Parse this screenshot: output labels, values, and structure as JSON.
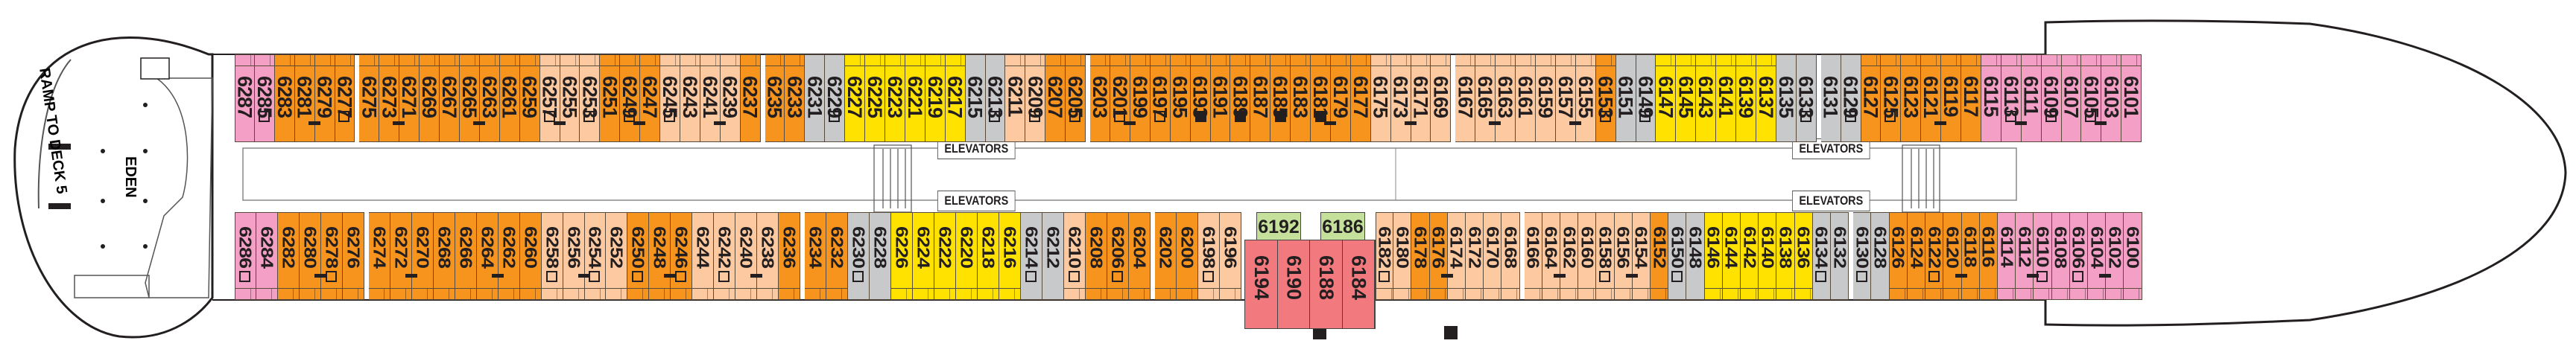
{
  "colors": {
    "orange": "#f7941d",
    "peach": "#fcc9a0",
    "pink": "#f4a0c6",
    "gray": "#c8c9cb",
    "yellow": "#ffe200",
    "green": "#c5e09a",
    "red": "#f27a7e"
  },
  "venues": {
    "eden": "EDEN",
    "ramp": "RAMP TO DECK 5",
    "elevators": [
      "ELEVATORS",
      "ELEVATORS",
      "ELEVATORS",
      "ELEVATORS"
    ]
  },
  "port_side": [
    {
      "n": "6287",
      "c": "pink"
    },
    {
      "n": "6285",
      "c": "pink",
      "m": "acc"
    },
    {
      "n": "6283",
      "c": "orange"
    },
    {
      "n": "6281",
      "c": "orange",
      "m": "bar"
    },
    {
      "n": "6279",
      "c": "orange"
    },
    {
      "n": "6277",
      "c": "orange",
      "m": "acc",
      "gap": true
    },
    {
      "n": "6275",
      "c": "orange"
    },
    {
      "n": "6273",
      "c": "orange",
      "m": "bar"
    },
    {
      "n": "6271",
      "c": "orange"
    },
    {
      "n": "6269",
      "c": "orange"
    },
    {
      "n": "6267",
      "c": "orange"
    },
    {
      "n": "6265",
      "c": "orange",
      "m": "bar"
    },
    {
      "n": "6263",
      "c": "orange"
    },
    {
      "n": "6261",
      "c": "orange"
    },
    {
      "n": "6259",
      "c": "orange"
    },
    {
      "n": "6257",
      "c": "peach",
      "m": "acc",
      "bar": true
    },
    {
      "n": "6255",
      "c": "peach"
    },
    {
      "n": "6253",
      "c": "peach",
      "m": "acc"
    },
    {
      "n": "6251",
      "c": "orange"
    },
    {
      "n": "6249",
      "c": "orange",
      "m": "acc",
      "bar": true
    },
    {
      "n": "6247",
      "c": "orange"
    },
    {
      "n": "6245",
      "c": "peach",
      "m": "acc"
    },
    {
      "n": "6243",
      "c": "peach"
    },
    {
      "n": "6241",
      "c": "peach",
      "m": "bar"
    },
    {
      "n": "6239",
      "c": "peach"
    },
    {
      "n": "6237",
      "c": "orange",
      "gap": true
    },
    {
      "n": "6235",
      "c": "orange"
    },
    {
      "n": "6233",
      "c": "orange"
    },
    {
      "n": "6231",
      "c": "gray"
    },
    {
      "n": "6229",
      "c": "gray",
      "m": "acc"
    },
    {
      "n": "6227",
      "c": "yellow"
    },
    {
      "n": "6225",
      "c": "yellow"
    },
    {
      "n": "6223",
      "c": "yellow"
    },
    {
      "n": "6221",
      "c": "yellow"
    },
    {
      "n": "6219",
      "c": "yellow"
    },
    {
      "n": "6217",
      "c": "yellow"
    },
    {
      "n": "6215",
      "c": "gray"
    },
    {
      "n": "6213",
      "c": "gray",
      "m": "acc"
    },
    {
      "n": "6211",
      "c": "peach"
    },
    {
      "n": "6209",
      "c": "peach",
      "m": "acc"
    },
    {
      "n": "6207",
      "c": "orange"
    },
    {
      "n": "6205",
      "c": "orange",
      "m": "acc",
      "gap": true
    },
    {
      "n": "6203",
      "c": "orange"
    },
    {
      "n": "6201",
      "c": "orange",
      "m": "acc",
      "bar": true
    },
    {
      "n": "6199",
      "c": "orange"
    },
    {
      "n": "6197",
      "c": "orange",
      "m": "acc"
    },
    {
      "n": "6195",
      "c": "orange"
    },
    {
      "n": "6193",
      "c": "orange",
      "m": "filled"
    },
    {
      "n": "6191",
      "c": "orange"
    },
    {
      "n": "6189",
      "c": "orange",
      "m": "filled"
    },
    {
      "n": "6187",
      "c": "orange"
    },
    {
      "n": "6185",
      "c": "orange",
      "m": "filled"
    },
    {
      "n": "6183",
      "c": "orange"
    },
    {
      "n": "6181",
      "c": "orange",
      "m": "filled",
      "bar": true
    },
    {
      "n": "6179",
      "c": "orange"
    },
    {
      "n": "6177",
      "c": "orange"
    },
    {
      "n": "6175",
      "c": "peach"
    },
    {
      "n": "6173",
      "c": "peach",
      "m": "bar"
    },
    {
      "n": "6171",
      "c": "peach"
    },
    {
      "n": "6169",
      "c": "peach",
      "gap": true
    },
    {
      "n": "6167",
      "c": "peach"
    },
    {
      "n": "6165",
      "c": "peach",
      "m": "bar"
    },
    {
      "n": "6163",
      "c": "peach"
    },
    {
      "n": "6161",
      "c": "peach"
    },
    {
      "n": "6159",
      "c": "peach"
    },
    {
      "n": "6157",
      "c": "peach",
      "m": "bar"
    },
    {
      "n": "6155",
      "c": "peach"
    },
    {
      "n": "6153",
      "c": "orange",
      "m": "acc"
    },
    {
      "n": "6151",
      "c": "gray"
    },
    {
      "n": "6149",
      "c": "gray",
      "m": "acc"
    },
    {
      "n": "6147",
      "c": "yellow"
    },
    {
      "n": "6145",
      "c": "yellow"
    },
    {
      "n": "6143",
      "c": "yellow"
    },
    {
      "n": "6141",
      "c": "yellow"
    },
    {
      "n": "6139",
      "c": "yellow"
    },
    {
      "n": "6137",
      "c": "yellow"
    },
    {
      "n": "6135",
      "c": "gray"
    },
    {
      "n": "6133",
      "c": "gray",
      "m": "acc",
      "gap": true
    },
    {
      "n": "6131",
      "c": "gray"
    },
    {
      "n": "6129",
      "c": "gray",
      "m": "acc"
    },
    {
      "n": "6127",
      "c": "orange"
    },
    {
      "n": "6125",
      "c": "orange",
      "m": "acc"
    },
    {
      "n": "6123",
      "c": "orange"
    },
    {
      "n": "6121",
      "c": "orange",
      "m": "bar"
    },
    {
      "n": "6119",
      "c": "orange"
    },
    {
      "n": "6117",
      "c": "orange"
    },
    {
      "n": "6115",
      "c": "pink"
    },
    {
      "n": "6113",
      "c": "pink",
      "m": "acc",
      "bar": true
    },
    {
      "n": "6111",
      "c": "pink"
    },
    {
      "n": "6109",
      "c": "pink",
      "m": "acc"
    },
    {
      "n": "6107",
      "c": "pink"
    },
    {
      "n": "6105",
      "c": "pink",
      "m": "acc",
      "bar": true
    },
    {
      "n": "6103",
      "c": "pink"
    },
    {
      "n": "6101",
      "c": "pink"
    }
  ],
  "starboard_side_aft": [
    {
      "n": "6286",
      "c": "pink",
      "m": "acc"
    },
    {
      "n": "6284",
      "c": "pink"
    },
    {
      "n": "6282",
      "c": "orange"
    },
    {
      "n": "6280",
      "c": "orange",
      "m": "bar"
    },
    {
      "n": "6278",
      "c": "orange",
      "m": "acc"
    },
    {
      "n": "6276",
      "c": "orange",
      "gap": true
    },
    {
      "n": "6274",
      "c": "orange"
    },
    {
      "n": "6272",
      "c": "orange",
      "m": "bar"
    },
    {
      "n": "6270",
      "c": "orange"
    },
    {
      "n": "6268",
      "c": "orange"
    },
    {
      "n": "6266",
      "c": "orange"
    },
    {
      "n": "6264",
      "c": "orange",
      "m": "bar"
    },
    {
      "n": "6262",
      "c": "orange"
    },
    {
      "n": "6260",
      "c": "orange"
    },
    {
      "n": "6258",
      "c": "peach",
      "m": "acc"
    },
    {
      "n": "6256",
      "c": "peach",
      "m": "bar"
    },
    {
      "n": "6254",
      "c": "peach",
      "m": "acc"
    },
    {
      "n": "6252",
      "c": "peach"
    },
    {
      "n": "6250",
      "c": "orange",
      "m": "acc"
    },
    {
      "n": "6248",
      "c": "orange",
      "m": "bar"
    },
    {
      "n": "6246",
      "c": "orange",
      "m": "acc"
    },
    {
      "n": "6244",
      "c": "peach"
    },
    {
      "n": "6242",
      "c": "peach",
      "m": "acc"
    },
    {
      "n": "6240",
      "c": "peach",
      "m": "bar"
    },
    {
      "n": "6238",
      "c": "peach"
    },
    {
      "n": "6236",
      "c": "orange",
      "gap": true
    },
    {
      "n": "6234",
      "c": "orange"
    },
    {
      "n": "6232",
      "c": "orange"
    },
    {
      "n": "6230",
      "c": "gray",
      "m": "acc"
    },
    {
      "n": "6228",
      "c": "gray"
    },
    {
      "n": "6226",
      "c": "yellow"
    },
    {
      "n": "6224",
      "c": "yellow"
    },
    {
      "n": "6222",
      "c": "yellow"
    },
    {
      "n": "6220",
      "c": "yellow"
    },
    {
      "n": "6218",
      "c": "yellow"
    },
    {
      "n": "6216",
      "c": "yellow"
    },
    {
      "n": "6214",
      "c": "gray",
      "m": "acc"
    },
    {
      "n": "6212",
      "c": "gray"
    },
    {
      "n": "6210",
      "c": "peach",
      "m": "acc"
    },
    {
      "n": "6208",
      "c": "orange"
    },
    {
      "n": "6206",
      "c": "orange",
      "m": "acc"
    },
    {
      "n": "6204",
      "c": "orange",
      "gap": true
    },
    {
      "n": "6202",
      "c": "orange"
    },
    {
      "n": "6200",
      "c": "orange"
    },
    {
      "n": "6198",
      "c": "peach",
      "m": "acc"
    },
    {
      "n": "6196",
      "c": "peach"
    }
  ],
  "center_suites": {
    "balcony_cabins": [
      {
        "n": "6192",
        "c": "green"
      },
      {
        "n": "6186",
        "c": "green"
      }
    ],
    "suites": [
      {
        "n": "6194"
      },
      {
        "n": "6190"
      },
      {
        "n": "6188"
      },
      {
        "n": "6184"
      }
    ]
  },
  "starboard_side_fwd": [
    {
      "n": "6182",
      "c": "peach",
      "m": "acc"
    },
    {
      "n": "6180",
      "c": "peach"
    },
    {
      "n": "6178",
      "c": "orange"
    },
    {
      "n": "6176",
      "c": "orange",
      "m": "bar"
    },
    {
      "n": "6174",
      "c": "peach"
    },
    {
      "n": "6172",
      "c": "peach"
    },
    {
      "n": "6170",
      "c": "peach"
    },
    {
      "n": "6168",
      "c": "peach",
      "gap": true
    },
    {
      "n": "6166",
      "c": "peach"
    },
    {
      "n": "6164",
      "c": "peach",
      "m": "bar"
    },
    {
      "n": "6162",
      "c": "peach"
    },
    {
      "n": "6160",
      "c": "peach"
    },
    {
      "n": "6158",
      "c": "peach",
      "m": "acc"
    },
    {
      "n": "6156",
      "c": "peach",
      "m": "bar"
    },
    {
      "n": "6154",
      "c": "peach"
    },
    {
      "n": "6152",
      "c": "orange"
    },
    {
      "n": "6150",
      "c": "gray",
      "m": "acc"
    },
    {
      "n": "6148",
      "c": "gray"
    },
    {
      "n": "6146",
      "c": "yellow"
    },
    {
      "n": "6144",
      "c": "yellow"
    },
    {
      "n": "6142",
      "c": "yellow"
    },
    {
      "n": "6140",
      "c": "yellow"
    },
    {
      "n": "6138",
      "c": "yellow"
    },
    {
      "n": "6136",
      "c": "yellow"
    },
    {
      "n": "6134",
      "c": "gray",
      "m": "acc"
    },
    {
      "n": "6132",
      "c": "gray",
      "gap": true
    },
    {
      "n": "6130",
      "c": "gray",
      "m": "acc"
    },
    {
      "n": "6128",
      "c": "gray"
    },
    {
      "n": "6126",
      "c": "orange"
    },
    {
      "n": "6124",
      "c": "orange"
    },
    {
      "n": "6122",
      "c": "orange",
      "m": "acc"
    },
    {
      "n": "6120",
      "c": "orange",
      "m": "bar"
    },
    {
      "n": "6118",
      "c": "orange"
    },
    {
      "n": "6116",
      "c": "orange"
    },
    {
      "n": "6114",
      "c": "pink"
    },
    {
      "n": "6112",
      "c": "pink",
      "m": "bar"
    },
    {
      "n": "6110",
      "c": "pink",
      "m": "acc"
    },
    {
      "n": "6108",
      "c": "pink"
    },
    {
      "n": "6106",
      "c": "pink",
      "m": "acc"
    },
    {
      "n": "6104",
      "c": "pink",
      "m": "bar"
    },
    {
      "n": "6102",
      "c": "pink"
    },
    {
      "n": "6100",
      "c": "pink"
    }
  ]
}
